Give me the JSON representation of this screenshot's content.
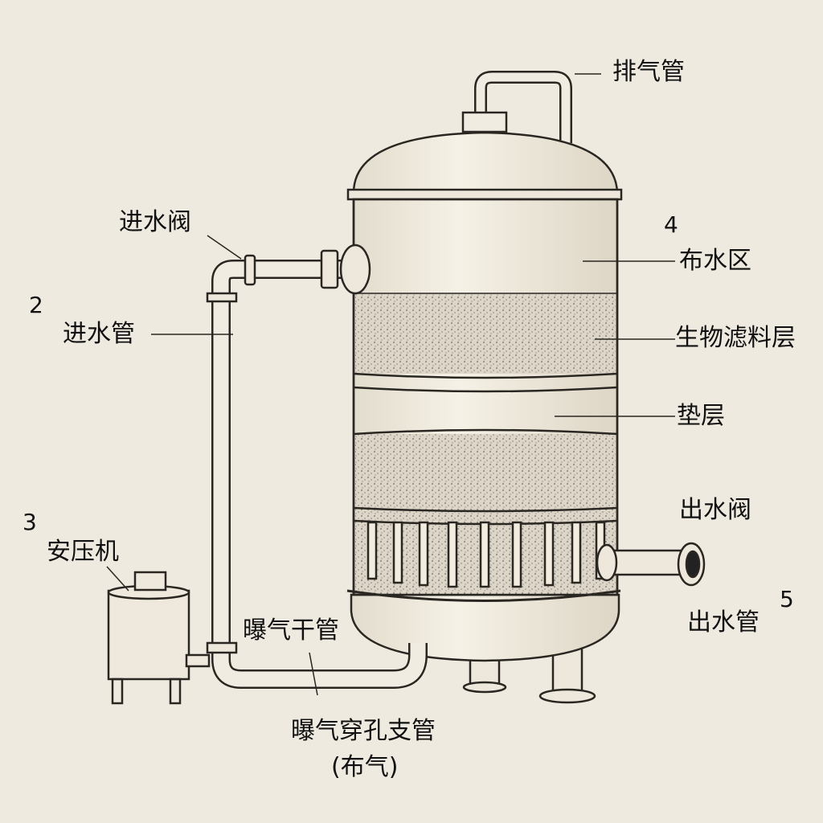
{
  "labels": {
    "exhaust_pipe": "排气管",
    "inlet_valve": "进水阀",
    "inlet_pipe": "进水管",
    "distribution_zone": "布水区",
    "bio_filter_layer": "生物滤料层",
    "support_layer": "垫层",
    "outlet_valve": "出水阀",
    "outlet_pipe": "出水管",
    "compressor": "安压机",
    "aeration_main": "曝气干管",
    "aeration_branch": "曝气穿孔支管",
    "aeration_branch_note": "(布气)"
  },
  "numbers": {
    "n2": "2",
    "n3": "3",
    "n4": "4",
    "n5": "5"
  },
  "colors": {
    "background": "#efeadf",
    "line": "#2a2722",
    "tank": "#f3ede0",
    "media": "#d9d2c4"
  }
}
